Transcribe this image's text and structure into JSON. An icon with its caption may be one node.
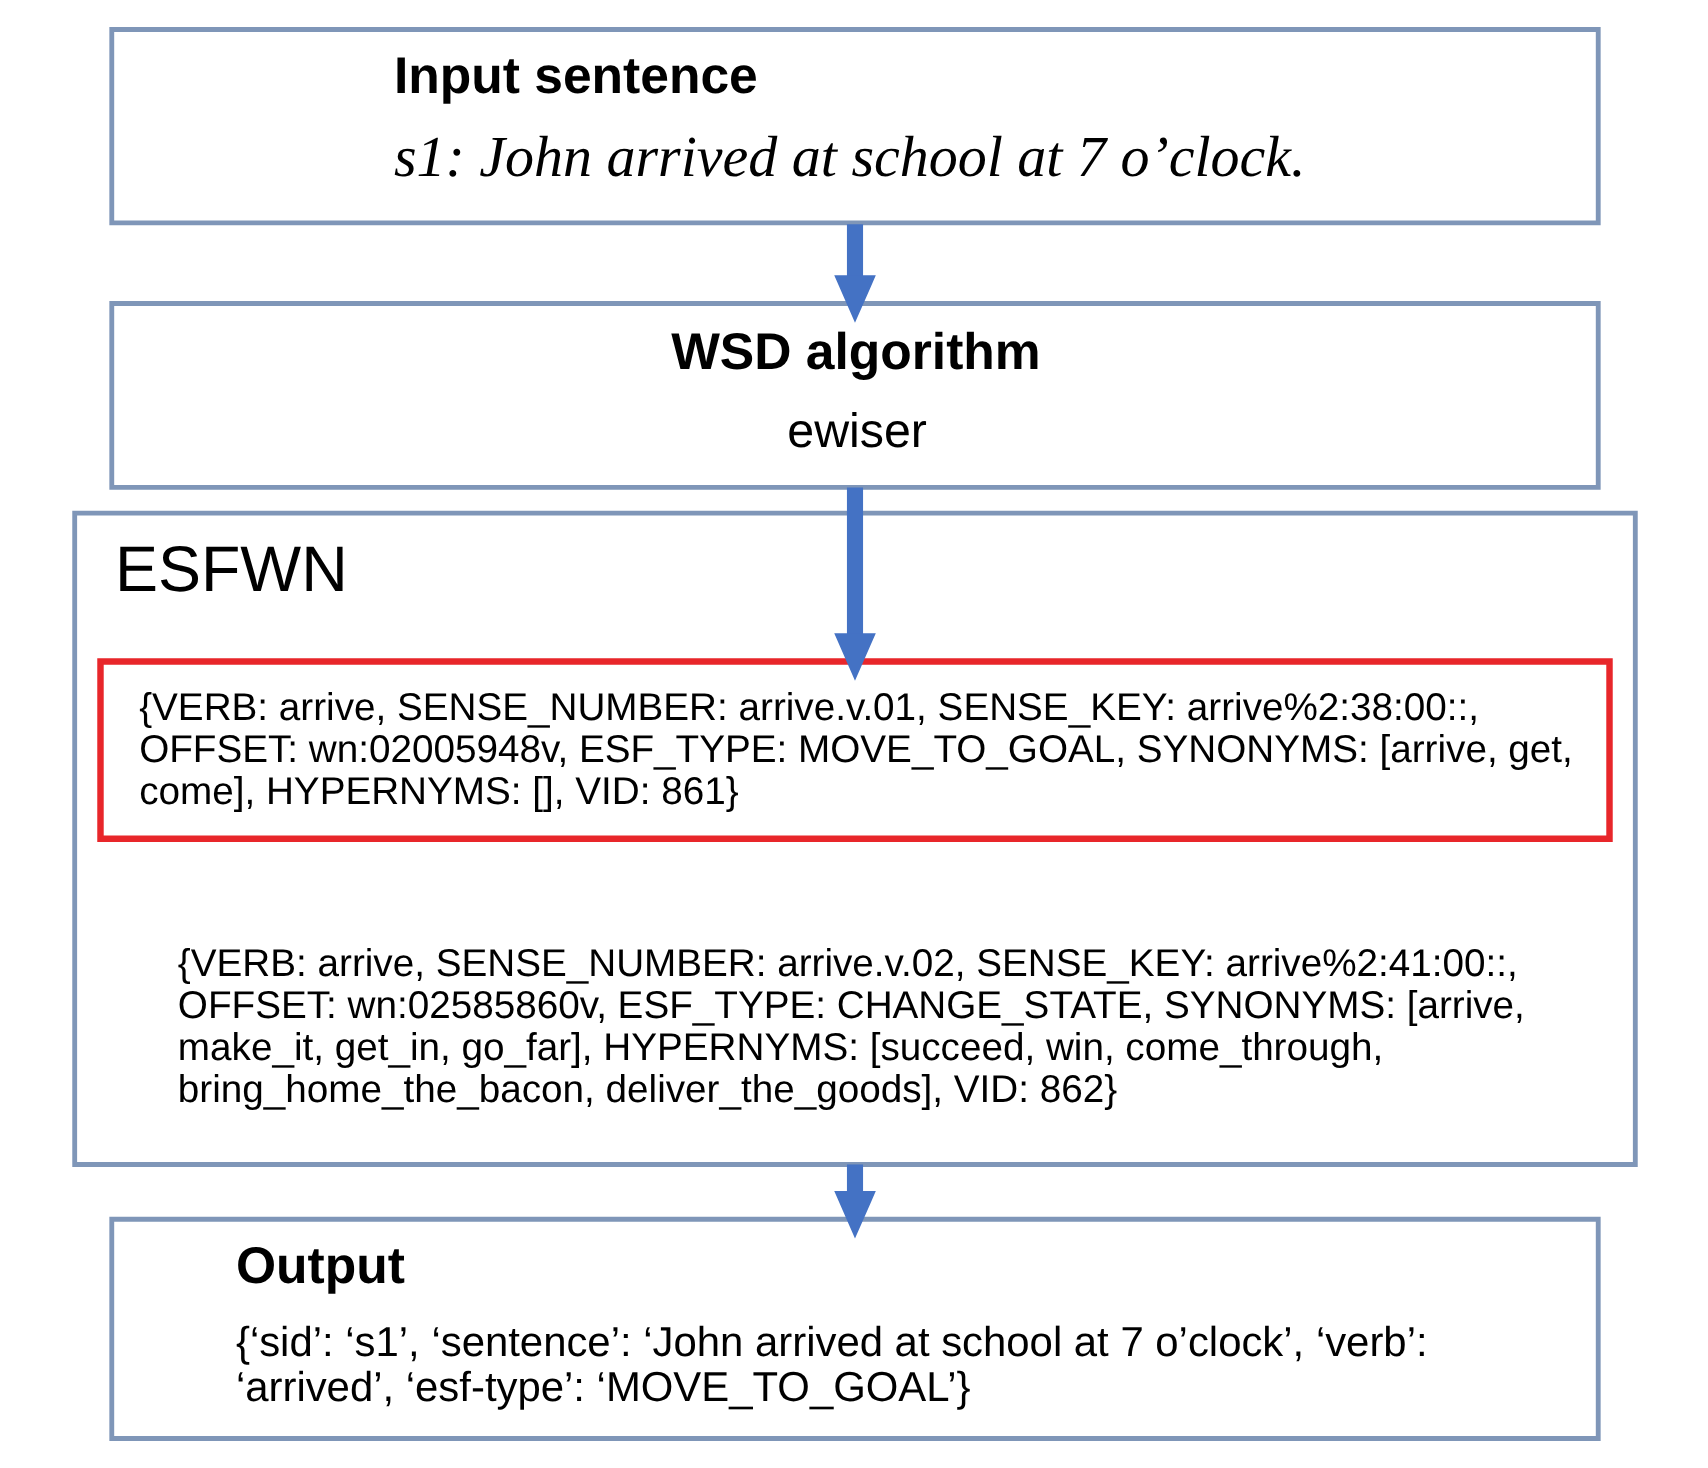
{
  "diagram": {
    "nodes": [
      {
        "text": [
          "Input sentence",
          "s1: John arrived at school at 7 o’clock."
        ]
      },
      {
        "text": [
          "WSD algorithm",
          "ewiser"
        ]
      },
      {
        "text": [
          "ESFWN"
        ]
      },
      {
        "text": [
          "{VERB: arrive, SENSE_NUMBER: arrive.v.01, SENSE_KEY: arrive%2:38:00::, OFFSET: wn:02005948v, ESF_TYPE: MOVE_TO_GOAL, SYNONYMS: [arrive, get, come], HYPERNYMS: [], VID: 861}"
        ],
        "in": 2
      },
      {
        "text": [
          "{VERB: arrive, SENSE_NUMBER: arrive.v.02, SENSE_KEY: arrive%2:41:00::, OFFSET: wn:02585860v, ESF_TYPE: CHANGE_STATE, SYNONYMS: [arrive, make_it, get_in, go_far], HYPERNYMS: [succeed, win, come_through, bring_home_the_bacon, deliver_the_goods], VID: 862}"
        ],
        "in": 2
      },
      {
        "text": [
          "Output",
          "{‘sid’: ‘s1’, ‘sentence’: ‘John arrived at school at 7 o’clock’, ‘verb’: ‘arrived’, ‘esf-type’: ‘MOVE_TO_GOAL’}"
        ]
      }
    ],
    "edges": [
      {
        "from": 0,
        "to": 1,
        "arrow": "to"
      },
      {
        "from": 1,
        "to": 3,
        "arrow": "to"
      },
      {
        "from": 2,
        "to": 5,
        "arrow": "to"
      }
    ]
  }
}
